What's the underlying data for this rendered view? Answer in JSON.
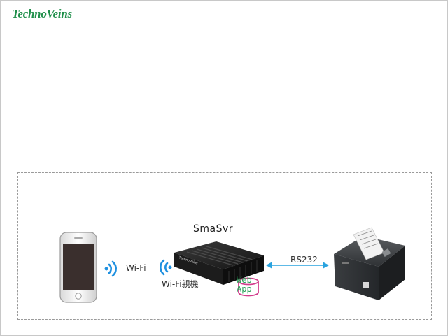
{
  "logo": {
    "text": "TechnoVeins",
    "color": "#1f8f4a"
  },
  "diagram": {
    "server_name": "SmaSvr",
    "wifi_label": "Wi-Fi",
    "wifi_parent_label": "Wi-Fi親機",
    "connection_label": "RS232",
    "web_app_line1": "Web",
    "web_app_line2": "App",
    "device_brand": "TechnoVeins",
    "icons": [
      "smartphone-icon",
      "wifi-signal-icon",
      "mini-pc-server-icon",
      "database-icon",
      "double-arrow-icon",
      "receipt-printer-icon"
    ],
    "colors": {
      "wifi": "#1e90e0",
      "arrow": "#29a3df",
      "database": "#d23c8c",
      "webapp_text": "#2aa25a"
    }
  }
}
